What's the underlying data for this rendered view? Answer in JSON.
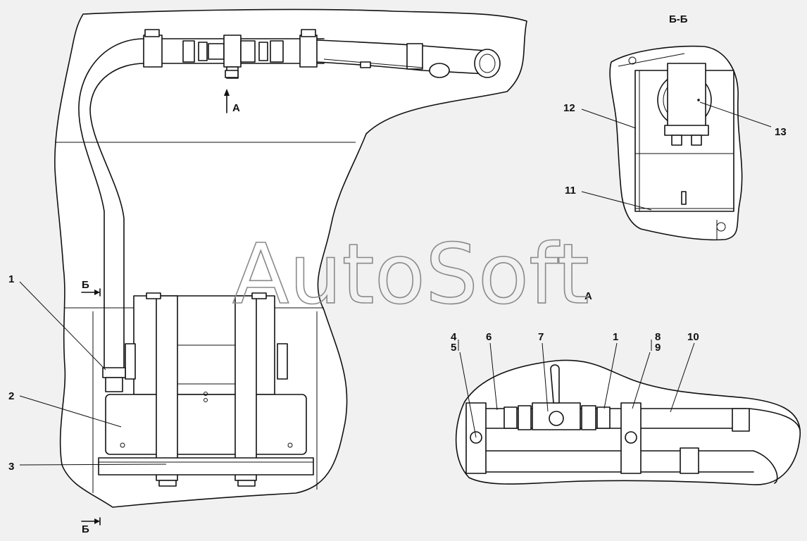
{
  "watermark": "AutoSoft",
  "labels": {
    "1": "1",
    "2": "2",
    "3": "3",
    "4": "4",
    "5": "5",
    "6": "6",
    "7": "7",
    "8": "8",
    "9": "9",
    "10": "10",
    "11": "11",
    "12": "12",
    "13": "13"
  },
  "view_marks": {
    "section_bb_title": "Б-Б",
    "section_b_top": "Б",
    "section_b_bottom": "Б",
    "view_a_arrow": "А",
    "view_a_title": "А"
  }
}
